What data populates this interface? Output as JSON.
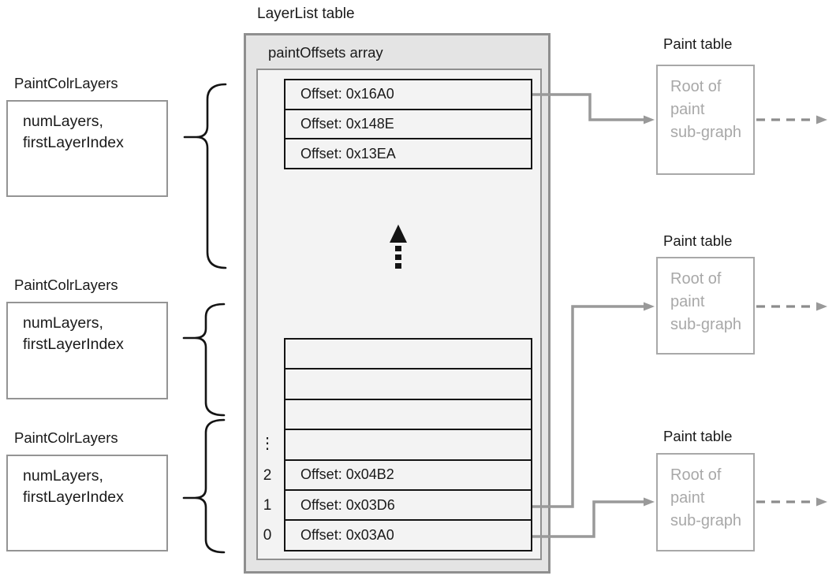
{
  "layerlist": {
    "title": "LayerList table",
    "array_label": "paintOffsets array",
    "top_rows": [
      "Offset: 0x16A0",
      "Offset: 0x148E",
      "Offset: 0x13EA"
    ],
    "bottom_rows": [
      "",
      "",
      "",
      "",
      "Offset: 0x04B2",
      "Offset: 0x03D6",
      "Offset: 0x03A0"
    ],
    "index_labels": [
      "⋮",
      "2",
      "1",
      "0"
    ]
  },
  "paint_colr_layers": [
    {
      "title": "PaintColrLayers",
      "line1": "numLayers,",
      "line2": "firstLayerIndex"
    },
    {
      "title": "PaintColrLayers",
      "line1": "numLayers,",
      "line2": "firstLayerIndex"
    },
    {
      "title": "PaintColrLayers",
      "line1": "numLayers,",
      "line2": "firstLayerIndex"
    }
  ],
  "paint_tables": [
    {
      "title": "Paint table",
      "line1": "Root of",
      "line2": "paint",
      "line3": "sub-graph"
    },
    {
      "title": "Paint table",
      "line1": "Root of",
      "line2": "paint",
      "line3": "sub-graph"
    },
    {
      "title": "Paint table",
      "line1": "Root of",
      "line2": "paint",
      "line3": "sub-graph"
    }
  ],
  "icons": {
    "up_dotted_arrow": "ellipsis-continues-upward",
    "solid_arrows": "offset-to-paint-table-pointer",
    "dashed_arrows": "paint-sub-graph-continues"
  },
  "colors": {
    "outer_box_fill": "#e4e4e4",
    "outer_box_border": "#8f8f8f",
    "inner_box_fill": "#f3f3f3",
    "row_border": "#141414",
    "colr_box_border": "#949494",
    "paint_box_border": "#a8a8a8",
    "paint_box_text": "#a8a8a8",
    "arrow_gray": "#999999",
    "brace_black": "#141414",
    "text": "#1a1a1a"
  }
}
